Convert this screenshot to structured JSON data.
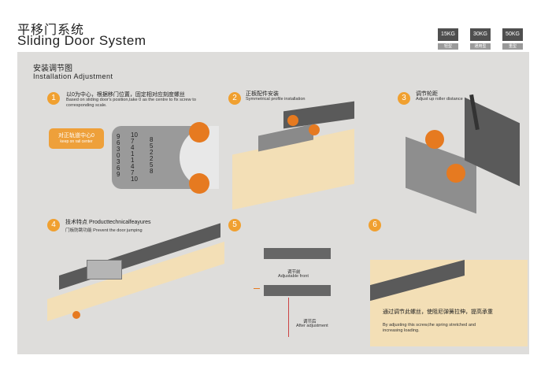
{
  "header": {
    "title_cn": "平移门系统",
    "title_en": "Sliding Door System"
  },
  "badges": [
    {
      "label": "15KG",
      "sub": "轻型"
    },
    {
      "label": "30KG",
      "sub": "通用型"
    },
    {
      "label": "50KG",
      "sub": "重型"
    }
  ],
  "section": {
    "title_cn": "安装调节图",
    "title_en": "Installation Adjustment"
  },
  "steps": [
    {
      "num": "1",
      "cn": "以0为中心，根据移门位置，固定相对应刻度螺丝",
      "en": "Based on sliding door's position,take 0 as the centre to fix screw to corresponding scale.",
      "callout_cn": "对正轨道中心0",
      "callout_en": "keep on rail center",
      "scale_left": "9 6 3 0 3 6 9",
      "scale_mid": "10 7 4 1 1 4 7 10",
      "scale_right": "8 5 2 2 5 8"
    },
    {
      "num": "2",
      "cn": "正板配件安装",
      "en": "Symmetrical profile installation"
    },
    {
      "num": "3",
      "cn": "调节轮距",
      "en": "Adjust up roller distance"
    },
    {
      "num": "4",
      "cn": "技术特点 Producttechnicalfeayures",
      "en_cn": "门板防跳功能",
      "en": "Prevent the door jumping"
    },
    {
      "num": "5",
      "before_cn": "调节前",
      "before_en": "Adjustable front",
      "after_cn": "调节后",
      "after_en": "After adjustment"
    },
    {
      "num": "6",
      "cn": "通过调节此螺丝，使阻尼弹簧拉伸，提高承重",
      "en": "By adjusting this screw,the spring stretched and increasing loading."
    }
  ],
  "colors": {
    "accent": "#f0a030",
    "panel": "#dedddb",
    "door": "#f3dfb6"
  }
}
